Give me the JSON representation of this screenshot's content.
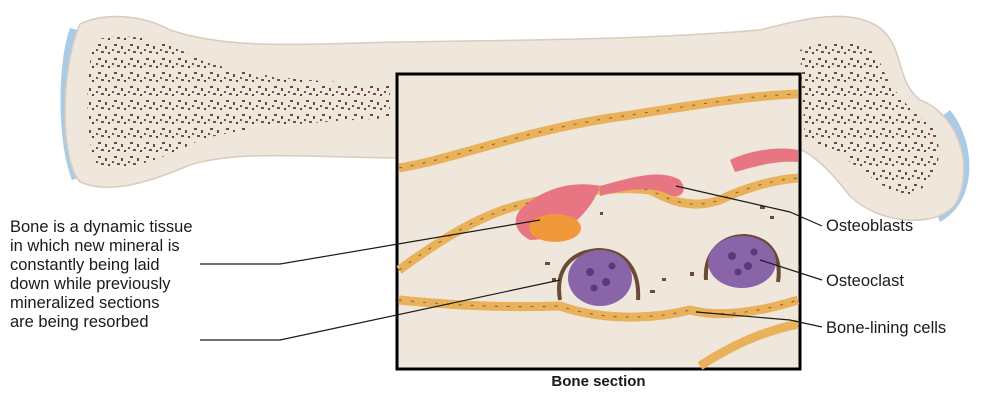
{
  "description_lines": [
    "Bone is a dynamic tissue",
    "in which new mineral is",
    "constantly being laid",
    "down while previously",
    "mineralized sections",
    "are being resorbed"
  ],
  "labels": {
    "osteoblasts": "Osteoblasts",
    "osteoclast": "Osteoclast",
    "bone_lining_cells": "Bone-lining cells"
  },
  "caption": "Bone section",
  "colors": {
    "bone_fill": "#efe6dc",
    "trabecular_dots": "#6e4a34",
    "cartilage": "#a9cbe6",
    "osteoblast": "#e87582",
    "osteoclast": "#8a64a8",
    "lining_cells": "#e9b25a",
    "resorbed_rim": "#6b4a36"
  }
}
